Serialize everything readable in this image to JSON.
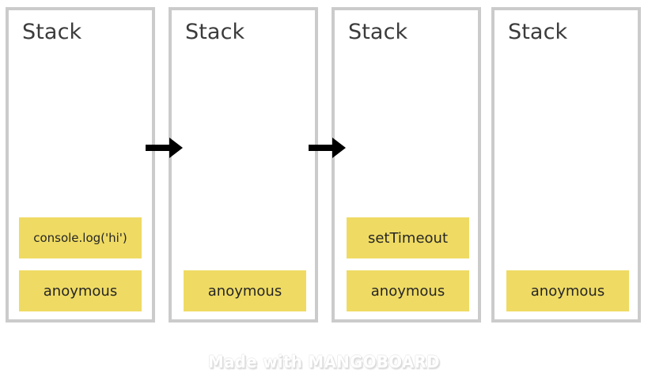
{
  "diagram": {
    "title_label": "Stack",
    "accent_yellow": "#efdb63",
    "border_gray": "#cbcbcb",
    "text_dark": "#3b3b3b",
    "background": "#ffffff",
    "columns": [
      {
        "title": "Stack",
        "frames": [
          {
            "label": "console.log('hi')",
            "slot": "top"
          },
          {
            "label": "anoymous",
            "slot": "bottom"
          }
        ]
      },
      {
        "title": "Stack",
        "frames": [
          {
            "label": "anoymous",
            "slot": "bottom"
          }
        ]
      },
      {
        "title": "Stack",
        "frames": [
          {
            "label": "setTimeout",
            "slot": "top"
          },
          {
            "label": "anoymous",
            "slot": "bottom"
          }
        ]
      },
      {
        "title": "Stack",
        "frames": [
          {
            "label": "anoymous",
            "slot": "bottom"
          }
        ]
      }
    ],
    "arrows": [
      {
        "direction": "right",
        "between": "1-2"
      },
      {
        "direction": "right",
        "between": "2-3"
      }
    ]
  },
  "footer": {
    "watermark": "Made with MANGOBOARD"
  }
}
